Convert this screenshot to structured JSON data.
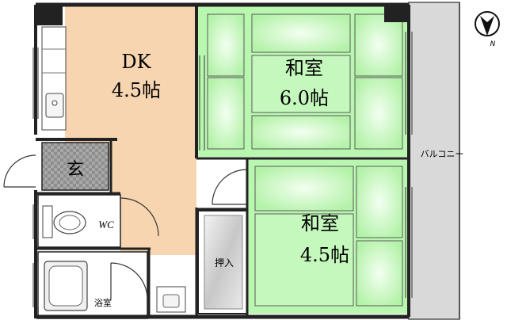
{
  "rooms": {
    "dk": {
      "name": "DK",
      "size": "4.5帖"
    },
    "washitsu_large": {
      "name": "和室",
      "size": "6.0帖"
    },
    "washitsu_small": {
      "name": "和室",
      "size": "4.5帖"
    },
    "genkan": {
      "name": "玄"
    },
    "wc": {
      "name": "WC"
    },
    "bath": {
      "name": "浴室"
    },
    "closet": {
      "name": "押入"
    },
    "balcony": {
      "name": "バルコニー"
    }
  },
  "compass": {
    "north": "N",
    "icon": "north-arrow-icon"
  },
  "colors": {
    "tatami": "#b9f7b0",
    "tatami_light": "#e4fbe0",
    "flooring": "#f7d5b0",
    "wall": "#222222",
    "balcony": "#d9d9d9",
    "entrance": "#9a9a9a"
  }
}
